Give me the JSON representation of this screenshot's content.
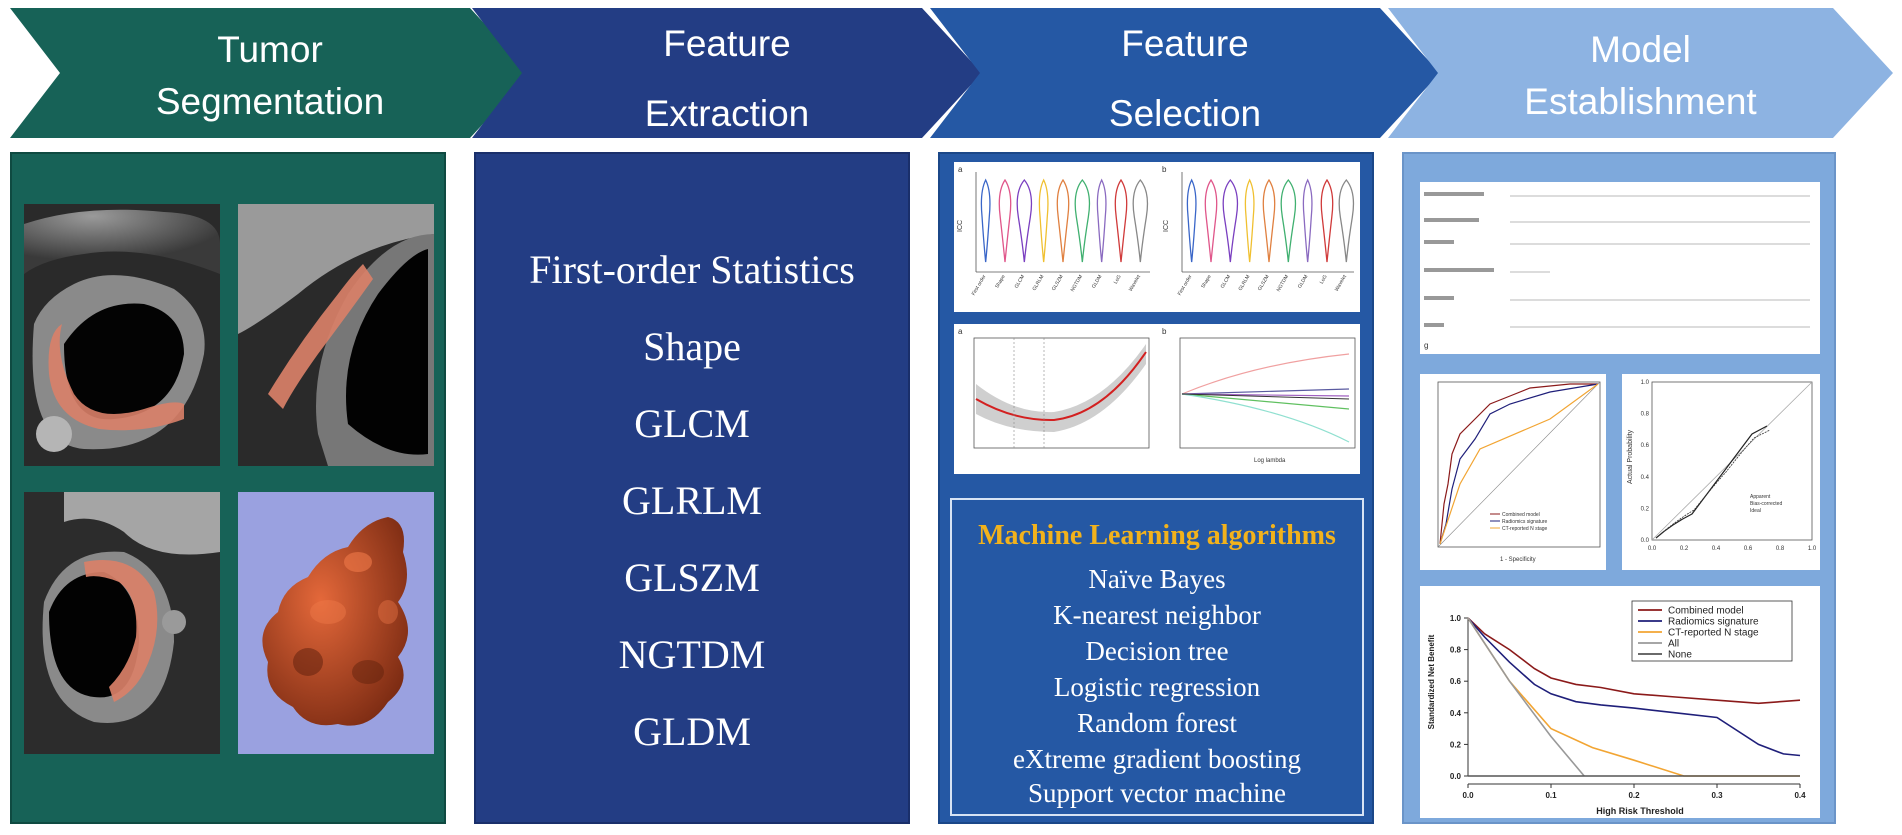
{
  "colors": {
    "stage1": "#176257",
    "stage2": "#233d84",
    "stage3": "#2558a4",
    "stage4": "#8db3e2",
    "panel4": "#7ea9dc",
    "mask": "#d98068",
    "ml_title": "#f2b21c"
  },
  "stages": [
    {
      "title_line1": "Tumor",
      "title_line2": "Segmentation"
    },
    {
      "title_line1": "Feature",
      "title_line2": "Extraction"
    },
    {
      "title_line1": "Feature",
      "title_line2": "Selection"
    },
    {
      "title_line1": "Model",
      "title_line2": "Establishment"
    }
  ],
  "feature_classes": [
    "First-order Statistics",
    "Shape",
    "GLCM",
    "GLRLM",
    "GLSZM",
    "NGTDM",
    "GLDM"
  ],
  "ml": {
    "title": "Machine Learning algorithms",
    "algorithms": [
      "Naïve Bayes",
      "K-nearest neighbor",
      "Decision tree",
      "Logistic regression",
      "Random forest",
      "eXtreme gradient boosting",
      "Support vector machine"
    ]
  },
  "thumbnails": {
    "violin_a": {
      "panel_label": "a",
      "ylabel": "ICC",
      "categories": [
        "First order",
        "Shape",
        "GLCM",
        "GLRLM",
        "GLSZM",
        "NGTDM",
        "GLDM",
        "LoG",
        "Wavelet"
      ]
    },
    "violin_b": {
      "panel_label": "b",
      "ylabel": "ICC",
      "categories": [
        "First order",
        "Shape",
        "GLCM",
        "GLRLM",
        "GLSZM",
        "NGTDM",
        "GLDM",
        "LoG",
        "Wavelet"
      ]
    },
    "lasso_a": {
      "panel_label": "a"
    },
    "lasso_b": {
      "panel_label": "b",
      "xlabel": "Log lambda"
    },
    "nomogram": {
      "panel_label": "g"
    },
    "roc": {
      "xlabel": "1 - Specificity",
      "legend": [
        "Combined model",
        "Radiomics signature",
        "CT-reported N stage"
      ]
    },
    "calibration": {
      "ylabel": "Actual Probability",
      "ticks": [
        "0.0",
        "0.2",
        "0.4",
        "0.6",
        "0.8",
        "1.0"
      ],
      "legend": [
        "Apparent",
        "Bias-corrected",
        "Ideal"
      ]
    }
  },
  "chart_data": {
    "type": "line",
    "xlabel": "High Risk Threshold",
    "ylabel": "Standardized Net Benefit",
    "xlim": [
      0,
      0.4
    ],
    "ylim": [
      0,
      1.0
    ],
    "x_ticks": [
      "0.0",
      "0.1",
      "0.2",
      "0.3",
      "0.4"
    ],
    "y_ticks": [
      "0.0",
      "0.2",
      "0.4",
      "0.6",
      "0.8",
      "1.0"
    ],
    "legend_position": "top-right",
    "series": [
      {
        "name": "Combined model",
        "color": "#8b1a1a",
        "x": [
          0,
          0.02,
          0.05,
          0.08,
          0.1,
          0.13,
          0.16,
          0.2,
          0.25,
          0.3,
          0.35,
          0.4
        ],
        "y": [
          1.0,
          0.9,
          0.8,
          0.68,
          0.62,
          0.58,
          0.56,
          0.52,
          0.5,
          0.48,
          0.46,
          0.48
        ]
      },
      {
        "name": "Radiomics signature",
        "color": "#1f1f7a",
        "x": [
          0,
          0.02,
          0.05,
          0.08,
          0.1,
          0.13,
          0.16,
          0.2,
          0.25,
          0.3,
          0.35,
          0.38,
          0.4
        ],
        "y": [
          1.0,
          0.88,
          0.72,
          0.58,
          0.52,
          0.47,
          0.45,
          0.43,
          0.4,
          0.37,
          0.2,
          0.14,
          0.13
        ]
      },
      {
        "name": "CT-reported N stage",
        "color": "#f2a533",
        "x": [
          0,
          0.05,
          0.1,
          0.15,
          0.2,
          0.26,
          0.4
        ],
        "y": [
          1.0,
          0.6,
          0.3,
          0.18,
          0.1,
          0.0,
          0.0
        ]
      },
      {
        "name": "All",
        "color": "#999999",
        "x": [
          0,
          0.05,
          0.1,
          0.14
        ],
        "y": [
          1.0,
          0.6,
          0.25,
          0.0
        ]
      },
      {
        "name": "None",
        "color": "#555555",
        "x": [
          0,
          0.4
        ],
        "y": [
          0,
          0
        ]
      }
    ]
  }
}
